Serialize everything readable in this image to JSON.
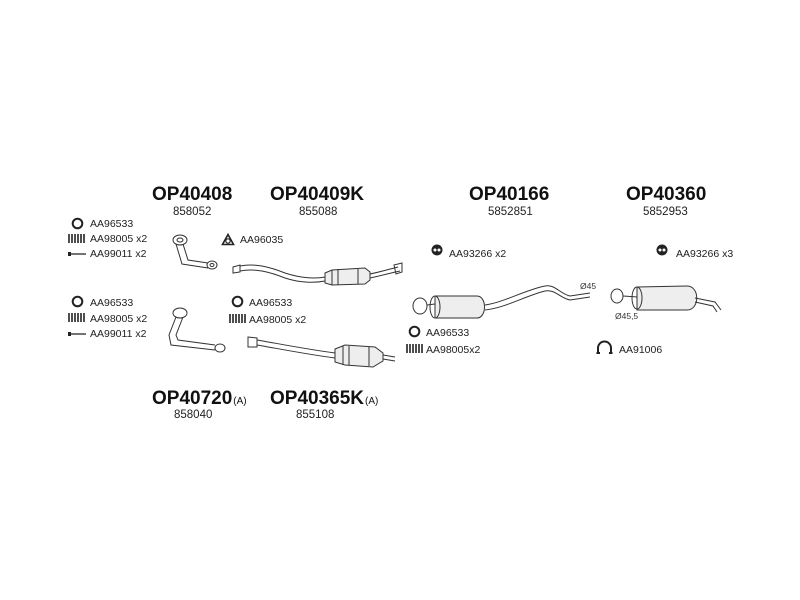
{
  "parts": {
    "op40408": {
      "code": "OP40408",
      "ref": "858052"
    },
    "op40409k": {
      "code": "OP40409K",
      "ref": "855088"
    },
    "op40166": {
      "code": "OP40166",
      "ref": "5852851"
    },
    "op40360": {
      "code": "OP40360",
      "ref": "5852953"
    },
    "op40720": {
      "code": "OP40720",
      "suffix": "(A)",
      "ref": "858040"
    },
    "op40365k": {
      "code": "OP40365K",
      "suffix": "(A)",
      "ref": "855108"
    }
  },
  "accessories": {
    "g1": [
      "AA96533",
      "AA98005 x2",
      "AA99011  x2"
    ],
    "g2": [
      "AA96533",
      "AA98005 x2",
      "AA99011  x2"
    ],
    "g3": [
      "AA96035"
    ],
    "g4": [
      "AA96533",
      "AA98005 x2"
    ],
    "g5": [
      "AA93266 x2"
    ],
    "g6": [
      "AA96533",
      "AA98005x2"
    ],
    "g7": [
      "AA93266  x3"
    ],
    "g8": [
      "AA91006"
    ]
  },
  "dimensions": {
    "d1": "Ø45",
    "d2": "Ø45,5"
  },
  "icons": {
    "ring": "gasket-ring-icon",
    "spring": "spring-icon",
    "bolt": "bolt-icon",
    "hanger": "rubber-hanger-icon",
    "clamp": "clamp-icon"
  }
}
